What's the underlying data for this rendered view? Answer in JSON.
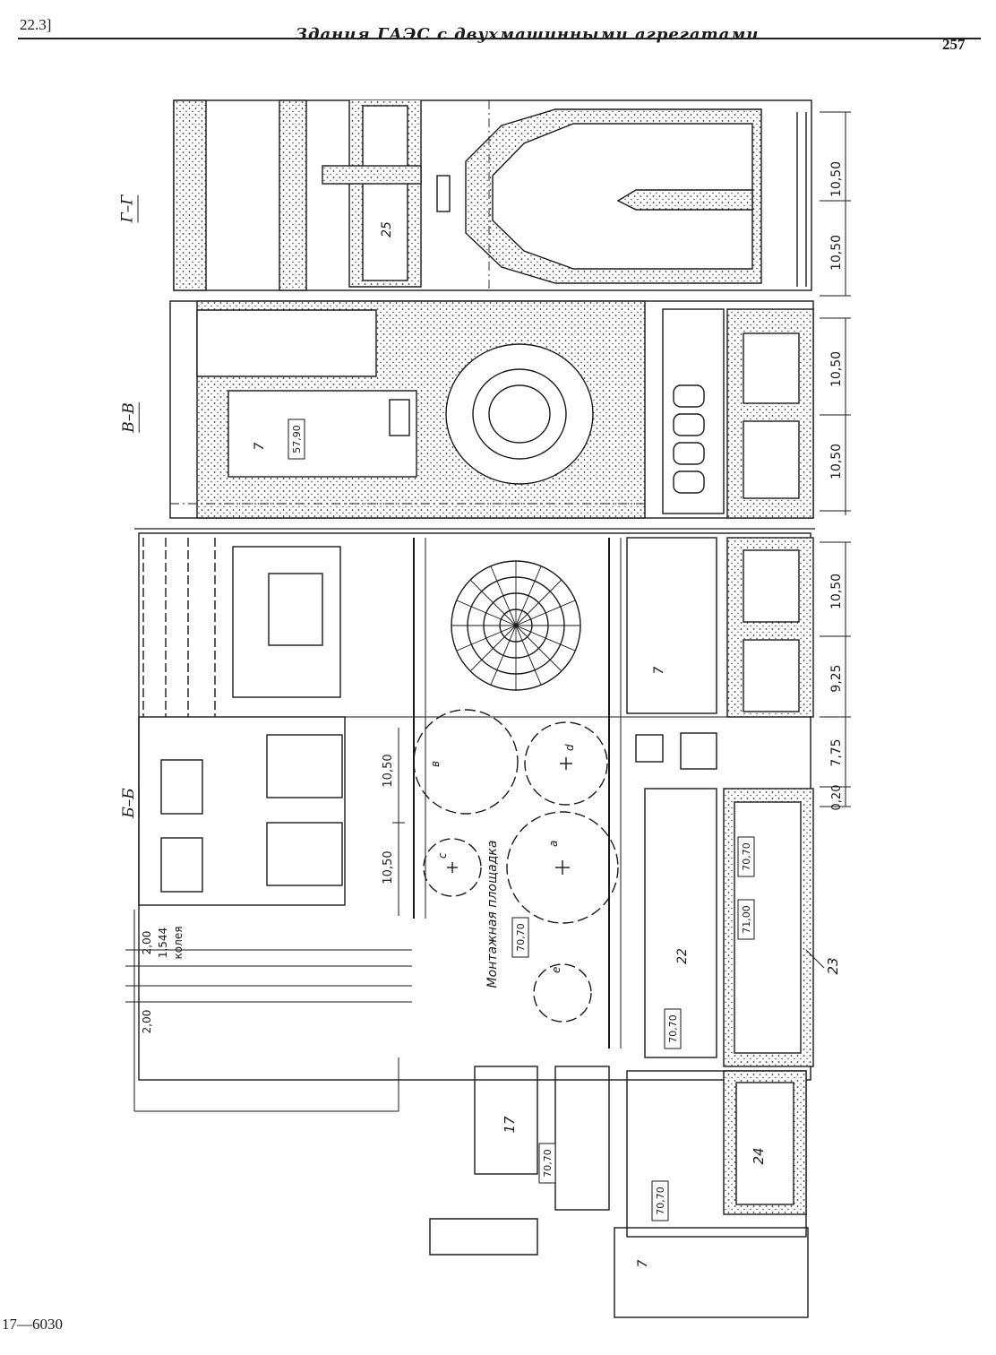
{
  "header": {
    "section": "22.3]",
    "title": "Здания ГАЭС с двухмашинными агрегатами",
    "page_number": "257"
  },
  "footer": {
    "signature": "17—6030"
  },
  "sections": {
    "gg": "Г–Г",
    "vv": "В–В",
    "bb": "Б–Б"
  },
  "dimensions": {
    "right_column": [
      "10,50",
      "10,50",
      "10,50",
      "10,50",
      "10,50",
      "9,25",
      "7,75",
      "0,20"
    ],
    "left_track": [
      "2,00",
      "1,544",
      "колея",
      "2,00"
    ],
    "platform": [
      "10,50",
      "10,50"
    ]
  },
  "labels": {
    "room_25": "25",
    "room_7": "7",
    "room_17": "17",
    "room_22": "22",
    "room_24": "24",
    "callout_23": "23",
    "assembly_area": "Монтажная площадка",
    "circle_a": "а",
    "circle_b": "в",
    "circle_c": "с",
    "circle_d": "d",
    "circle_e": "е"
  },
  "elevations": {
    "e5790": "57,90",
    "e7070a": "70,70",
    "e7100": "71,00",
    "e7070b": "70,70",
    "e7070c": "70,70",
    "e7070d": "70,70",
    "e7070e": "70,70"
  },
  "colors": {
    "ink": "#1a1a1a",
    "concrete_fill": "#d9d9d9",
    "paper": "#ffffff"
  }
}
